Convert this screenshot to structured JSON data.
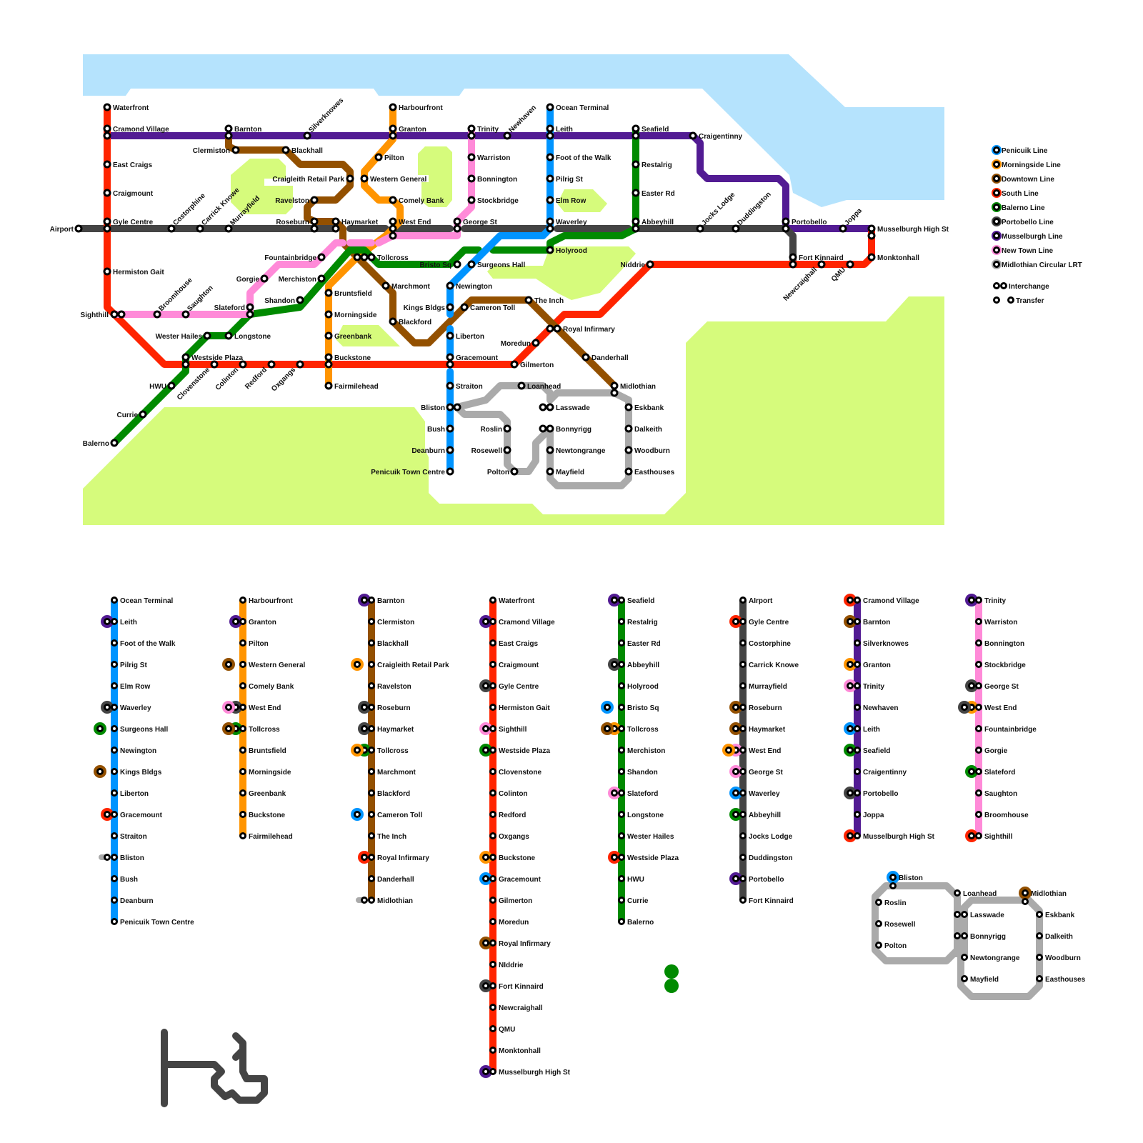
{
  "colors": {
    "penicuik": "#0094ff",
    "morningside": "#ff9400",
    "downtown": "#935000",
    "south": "#ff2400",
    "balerno": "#008a00",
    "portobello": "#444444",
    "musselburgh": "#521b93",
    "newtown": "#ff8ad8",
    "midlothian": "#aaaaaa",
    "water": "#b5e3fd",
    "park": "#d6fb7c"
  },
  "legend": {
    "lines": [
      {
        "key": "penicuik",
        "label": "Penicuik Line"
      },
      {
        "key": "morningside",
        "label": "Morningside Line"
      },
      {
        "key": "downtown",
        "label": "Downtown Line"
      },
      {
        "key": "south",
        "label": "South Line"
      },
      {
        "key": "balerno",
        "label": "Balerno Line"
      },
      {
        "key": "portobello",
        "label": "Portobello Line"
      },
      {
        "key": "musselburgh",
        "label": "Musselburgh Line"
      },
      {
        "key": "newtown",
        "label": "New Town Line"
      },
      {
        "key": "midlothian",
        "label": "Midlothian Circular LRT"
      }
    ],
    "interchange_label": "Interchange",
    "transfer_label": "Transfer"
  },
  "map_labels": [
    "Waterfront",
    "Cramond Village",
    "East Craigs",
    "Craigmount",
    "Gyle Centre",
    "Hermiston Gait",
    "Sighthill",
    "Airport",
    "Barnton",
    "Clermiston",
    "Blackhall",
    "Silverknowes",
    "Craigleith Retail Park",
    "Ravelston",
    "Roseburn",
    "Haymarket",
    "Costorphine",
    "Carrick Knowe",
    "Murrayfield",
    "Harbourfront",
    "Granton",
    "Pilton",
    "Western General",
    "Comely Bank",
    "West End",
    "Trinity",
    "Newhaven",
    "Warriston",
    "Bonnington",
    "Stockbridge",
    "George St",
    "Ocean Terminal",
    "Leith",
    "Foot of the Walk",
    "Pilrig St",
    "Elm Row",
    "Waverley",
    "Holyrood",
    "Seafield",
    "Restalrig",
    "Easter Rd",
    "Abbeyhill",
    "Craigentinny",
    "Jocks Lodge",
    "Duddingston",
    "Portobello",
    "Joppa",
    "Musselburgh High St",
    "Monktonhall",
    "Fort Kinnaird",
    "Niddrie",
    "Newcraighall",
    "QMU",
    "Fountainbridge",
    "Merchiston",
    "Tollcross",
    "Gorgie",
    "Shandon",
    "Slateford",
    "Broomhouse",
    "Saughton",
    "Bruntsfield",
    "Morningside",
    "Greenbank",
    "Buckstone",
    "Fairmilehead",
    "Marchmont",
    "Blackford",
    "Bristo Sq",
    "Surgeons Hall",
    "Newington",
    "Kings Bldgs",
    "Cameron Toll",
    "The Inch",
    "Liberton",
    "Gracemount",
    "Gilmerton",
    "Moredun",
    "Royal Infirmary",
    "Danderhall",
    "Midlothian",
    "Wester Hailes",
    "Longstone",
    "Westside Plaza",
    "HWU",
    "Clovenstone",
    "Colinton",
    "Redford",
    "Oxgangs",
    "Currie",
    "Balerno",
    "Straiton",
    "Bliston",
    "Bush",
    "Deanburn",
    "Penicuik Town Centre",
    "Loanhead",
    "Roslin",
    "Rosewell",
    "Polton",
    "Lasswade",
    "Bonnyrigg",
    "Newtongrange",
    "Mayfield",
    "Eskbank",
    "Dalkeith",
    "Woodburn",
    "Easthouses"
  ],
  "strip_diagrams": [
    {
      "line": "penicuik",
      "stations": [
        {
          "name": "Ocean Terminal",
          "links": []
        },
        {
          "name": "Leith",
          "links": [
            "musselburgh"
          ]
        },
        {
          "name": "Foot of the Walk",
          "links": []
        },
        {
          "name": "Pilrig St",
          "links": []
        },
        {
          "name": "Elm Row",
          "links": []
        },
        {
          "name": "Waverley",
          "links": [
            "portobello"
          ]
        },
        {
          "name": "Surgeons Hall",
          "links": [],
          "transfer": "balerno"
        },
        {
          "name": "Newington",
          "links": []
        },
        {
          "name": "Kings Bldgs",
          "links": [],
          "transfer": "downtown"
        },
        {
          "name": "Liberton",
          "links": []
        },
        {
          "name": "Gracemount",
          "links": [
            "south"
          ]
        },
        {
          "name": "Straiton",
          "links": []
        },
        {
          "name": "Bliston",
          "links": [
            "midlothian"
          ]
        },
        {
          "name": "Bush",
          "links": []
        },
        {
          "name": "Deanburn",
          "links": []
        },
        {
          "name": "Penicuik Town Centre",
          "links": []
        }
      ]
    },
    {
      "line": "morningside",
      "stations": [
        {
          "name": "Harbourfront",
          "links": []
        },
        {
          "name": "Granton",
          "links": [
            "musselburgh"
          ]
        },
        {
          "name": "Pilton",
          "links": []
        },
        {
          "name": "Western General",
          "links": [],
          "transfer": "downtown"
        },
        {
          "name": "Comely Bank",
          "links": []
        },
        {
          "name": "West End",
          "links": [
            "portobello",
            "newtown"
          ]
        },
        {
          "name": "Tollcross",
          "links": [
            "balerno",
            "downtown"
          ]
        },
        {
          "name": "Bruntsfield",
          "links": []
        },
        {
          "name": "Morningside",
          "links": []
        },
        {
          "name": "Greenbank",
          "links": []
        },
        {
          "name": "Buckstone",
          "links": []
        },
        {
          "name": "Fairmilehead",
          "links": []
        }
      ]
    },
    {
      "line": "downtown",
      "stations": [
        {
          "name": "Barnton",
          "links": [
            "musselburgh"
          ]
        },
        {
          "name": "Clermiston",
          "links": []
        },
        {
          "name": "Blackhall",
          "links": []
        },
        {
          "name": "Craigleith Retail Park",
          "links": [],
          "transfer": "morningside"
        },
        {
          "name": "Ravelston",
          "links": []
        },
        {
          "name": "Roseburn",
          "links": [
            "portobello"
          ]
        },
        {
          "name": "Haymarket",
          "links": [
            "portobello"
          ]
        },
        {
          "name": "Tollcross",
          "links": [
            "balerno",
            "morningside"
          ]
        },
        {
          "name": "Marchmont",
          "links": []
        },
        {
          "name": "Blackford",
          "links": []
        },
        {
          "name": "Cameron Toll",
          "links": [],
          "transfer": "penicuik"
        },
        {
          "name": "The Inch",
          "links": []
        },
        {
          "name": "Royal Infirmary",
          "links": [
            "south"
          ]
        },
        {
          "name": "Danderhall",
          "links": []
        },
        {
          "name": "Midlothian",
          "links": [
            "midlothian"
          ]
        }
      ]
    },
    {
      "line": "south",
      "stations": [
        {
          "name": "Waterfront",
          "links": []
        },
        {
          "name": "Cramond Village",
          "links": [
            "musselburgh"
          ]
        },
        {
          "name": "East Craigs",
          "links": []
        },
        {
          "name": "Craigmount",
          "links": []
        },
        {
          "name": "Gyle Centre",
          "links": [
            "portobello"
          ]
        },
        {
          "name": "Hermiston Gait",
          "links": []
        },
        {
          "name": "Sighthill",
          "links": [
            "newtown"
          ]
        },
        {
          "name": "Westside Plaza",
          "links": [
            "balerno"
          ]
        },
        {
          "name": "Clovenstone",
          "links": []
        },
        {
          "name": "Colinton",
          "links": []
        },
        {
          "name": "Redford",
          "links": []
        },
        {
          "name": "Oxgangs",
          "links": []
        },
        {
          "name": "Buckstone",
          "links": [
            "morningside"
          ]
        },
        {
          "name": "Gracemount",
          "links": [
            "penicuik"
          ]
        },
        {
          "name": "Gilmerton",
          "links": []
        },
        {
          "name": "Moredun",
          "links": []
        },
        {
          "name": "Royal Infirmary",
          "links": [
            "downtown"
          ]
        },
        {
          "name": "NIddrie",
          "links": []
        },
        {
          "name": "Fort Kinnaird",
          "links": [
            "portobello"
          ]
        },
        {
          "name": "Newcraighall",
          "links": []
        },
        {
          "name": "QMU",
          "links": []
        },
        {
          "name": "Monktonhall",
          "links": []
        },
        {
          "name": "Musselburgh High St",
          "links": [
            "musselburgh"
          ]
        }
      ]
    },
    {
      "line": "balerno",
      "stations": [
        {
          "name": "Seafield",
          "links": [
            "musselburgh"
          ]
        },
        {
          "name": "Restalrig",
          "links": []
        },
        {
          "name": "Easter Rd",
          "links": []
        },
        {
          "name": "Abbeyhill",
          "links": [
            "portobello"
          ]
        },
        {
          "name": "Holyrood",
          "links": []
        },
        {
          "name": "Bristo Sq",
          "links": [],
          "transfer": "penicuik"
        },
        {
          "name": "Tollcross",
          "links": [
            "morningside",
            "downtown"
          ]
        },
        {
          "name": "Merchiston",
          "links": []
        },
        {
          "name": "Shandon",
          "links": []
        },
        {
          "name": "Slateford",
          "links": [
            "newtown"
          ]
        },
        {
          "name": "Longstone",
          "links": []
        },
        {
          "name": "Wester Hailes",
          "links": []
        },
        {
          "name": "Westside Plaza",
          "links": [
            "south"
          ]
        },
        {
          "name": "HWU",
          "links": []
        },
        {
          "name": "Currie",
          "links": []
        },
        {
          "name": "Balerno",
          "links": []
        }
      ]
    },
    {
      "line": "portobello",
      "stations": [
        {
          "name": "AIrport",
          "links": []
        },
        {
          "name": "Gyle Centre",
          "links": [
            "south"
          ]
        },
        {
          "name": "Costorphine",
          "links": []
        },
        {
          "name": "Carrick Knowe",
          "links": []
        },
        {
          "name": "Murrayfield",
          "links": []
        },
        {
          "name": "Roseburn",
          "links": [
            "downtown"
          ]
        },
        {
          "name": "Haymarket",
          "links": [
            "downtown"
          ]
        },
        {
          "name": "West End",
          "links": [
            "newtown",
            "morningside"
          ]
        },
        {
          "name": "George St",
          "links": [
            "newtown"
          ]
        },
        {
          "name": "Waverley",
          "links": [
            "penicuik"
          ]
        },
        {
          "name": "Abbeyhill",
          "links": [
            "balerno"
          ]
        },
        {
          "name": "Jocks Lodge",
          "links": []
        },
        {
          "name": "Duddingston",
          "links": []
        },
        {
          "name": "Portobello",
          "links": [
            "musselburgh"
          ]
        },
        {
          "name": "Fort Kinnaird",
          "links": []
        }
      ]
    },
    {
      "line": "musselburgh",
      "stations": [
        {
          "name": "Cramond Village",
          "links": [
            "south"
          ]
        },
        {
          "name": "Barnton",
          "links": [
            "downtown"
          ]
        },
        {
          "name": "Silverknowes",
          "links": []
        },
        {
          "name": "Granton",
          "links": [
            "morningside"
          ]
        },
        {
          "name": "Trinity",
          "links": [
            "newtown"
          ]
        },
        {
          "name": "Newhaven",
          "links": []
        },
        {
          "name": "Leith",
          "links": [
            "penicuik"
          ]
        },
        {
          "name": "Seafield",
          "links": [
            "balerno"
          ]
        },
        {
          "name": "Craigentinny",
          "links": []
        },
        {
          "name": "Portobello",
          "links": [
            "portobello"
          ]
        },
        {
          "name": "Joppa",
          "links": []
        },
        {
          "name": "Musselburgh High St",
          "links": [
            "south"
          ]
        }
      ]
    },
    {
      "line": "newtown",
      "stations": [
        {
          "name": "Trinity",
          "links": [
            "musselburgh"
          ]
        },
        {
          "name": "Warriston",
          "links": []
        },
        {
          "name": "Bonnington",
          "links": []
        },
        {
          "name": "Stockbridge",
          "links": []
        },
        {
          "name": "George St",
          "links": [
            "portobello"
          ]
        },
        {
          "name": "West End",
          "links": [
            "morningside",
            "portobello"
          ]
        },
        {
          "name": "Fountainbridge",
          "links": []
        },
        {
          "name": "Gorgie",
          "links": []
        },
        {
          "name": "Slateford",
          "links": [
            "balerno"
          ]
        },
        {
          "name": "Saughton",
          "links": []
        },
        {
          "name": "Broomhouse",
          "links": []
        },
        {
          "name": "Sighthill",
          "links": [
            "south"
          ]
        }
      ]
    }
  ],
  "midlothian_strip": {
    "labels": [
      "Bliston",
      "Roslin",
      "Rosewell",
      "Polton",
      "Loanhead",
      "Lasswade",
      "Bonnyrigg",
      "Newtongrange",
      "Mayfield",
      "Midlothian",
      "Eskbank",
      "Dalkeith",
      "Woodburn",
      "Easthouses"
    ]
  }
}
